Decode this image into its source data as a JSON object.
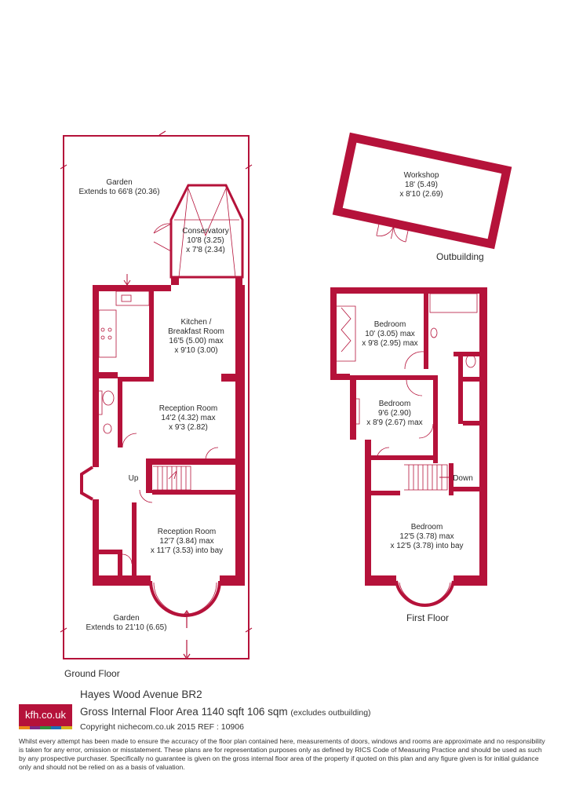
{
  "rooms": {
    "garden_rear": [
      "Garden",
      "Extends to 66'8 (20.36)"
    ],
    "conservatory": [
      "Conservatory",
      "10'8 (3.25)",
      "x 7'8 (2.34)"
    ],
    "kitchen": [
      "Kitchen /",
      "Breakfast Room",
      "16'5 (5.00) max",
      "x 9'10 (3.00)"
    ],
    "reception1": [
      "Reception Room",
      "14'2 (4.32) max",
      "x 9'3 (2.82)"
    ],
    "reception2": [
      "Reception Room",
      "12'7 (3.84) max",
      "x 11'7 (3.53) into bay"
    ],
    "garden_front": [
      "Garden",
      "Extends to 21'10 (6.65)"
    ],
    "up": "Up",
    "workshop": [
      "Workshop",
      "18' (5.49)",
      "x 8'10 (2.69)"
    ],
    "bedroom1": [
      "Bedroom",
      "10' (3.05) max",
      "x 9'8 (2.95) max"
    ],
    "bedroom2": [
      "Bedroom",
      "9'6 (2.90)",
      "x 8'9 (2.67) max"
    ],
    "bedroom3": [
      "Bedroom",
      "12'5 (3.78) max",
      "x 12'5 (3.78) into bay"
    ],
    "down": "Down"
  },
  "floors": {
    "ground": "Ground Floor",
    "first": "First Floor",
    "outbuilding": "Outbuilding"
  },
  "footer": {
    "logo": "kfh.co.uk",
    "logo_colors": [
      "#e98a1c",
      "#7d2a86",
      "#2f8f3e",
      "#1c6fb5",
      "#d6b31d"
    ],
    "address": "Hayes Wood Avenue BR2",
    "area": "Gross Internal Floor Area 1140 sqft 106 sqm",
    "area_note": "(excludes outbuilding)",
    "copyright": "Copyright nichecom.co.uk 2015 REF : 10906",
    "disclaimer": "Whilst every attempt has been made to ensure the accuracy of the floor plan contained here, measurements of doors, windows and rooms are approximate and no responsibility is taken for any error, omission or misstatement. These plans are for representation purposes only as defined by RICS Code of Measuring Practice and should be used as such by any prospective purchaser. Specifically no guarantee is given on the gross internal floor area of the property if quoted on this plan and any figure given is for initial guidance only and should not be relied on as a basis of valuation."
  },
  "colors": {
    "wall": "#b5123a"
  }
}
